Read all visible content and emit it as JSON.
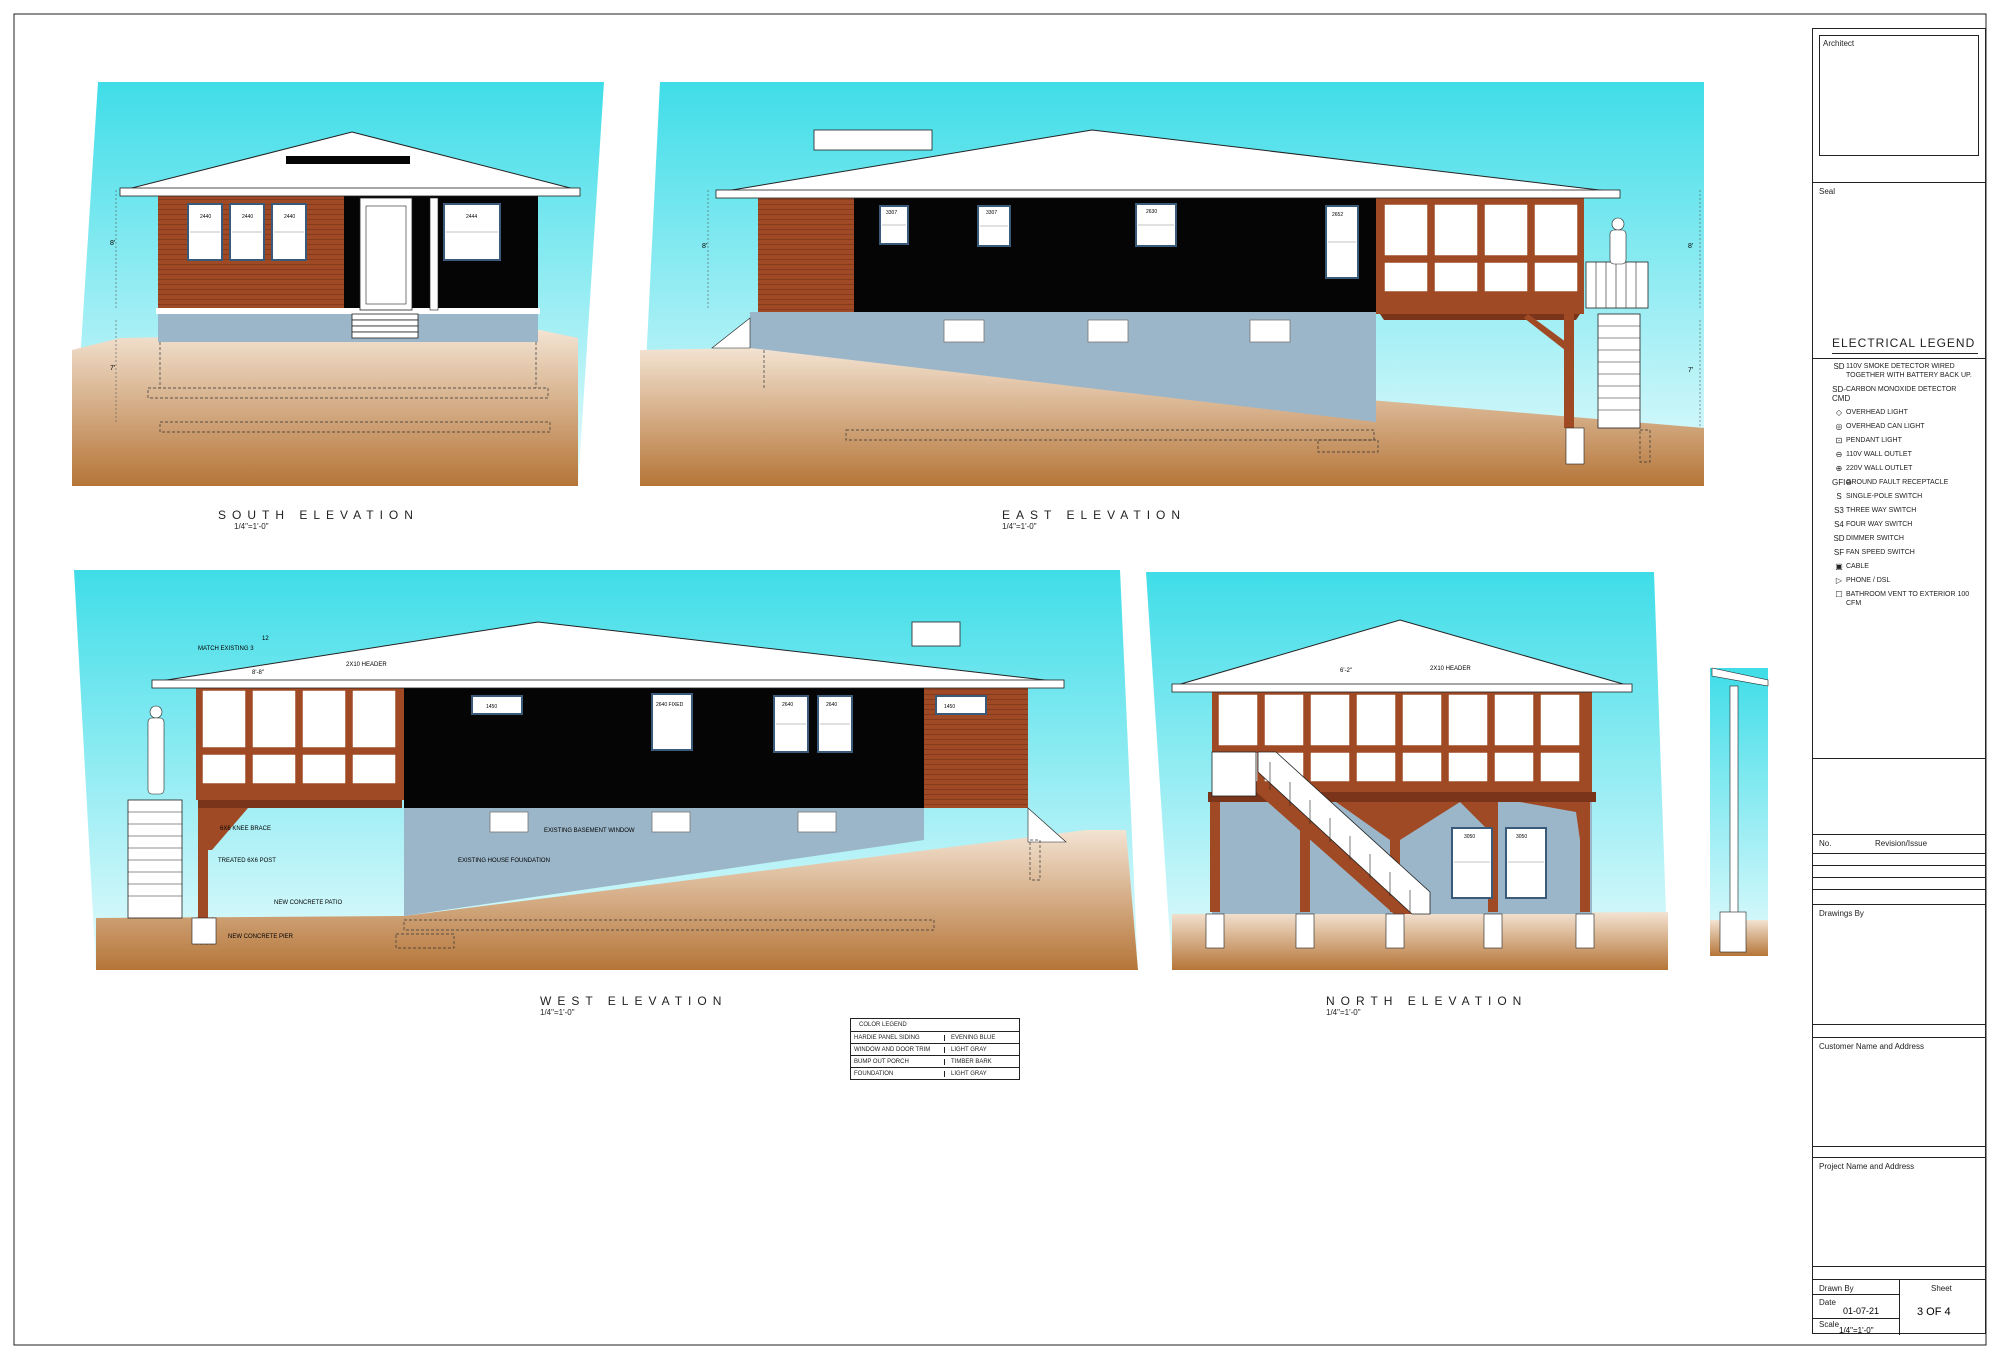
{
  "views": {
    "south": {
      "title": "SOUTH ELEVATION",
      "scale": "1/4\"=1'-0\"",
      "windows": [
        "2440",
        "2440",
        "2440",
        "2444"
      ],
      "dims": [
        "8'",
        "7'"
      ]
    },
    "east": {
      "title": "EAST ELEVATION",
      "scale": "1/4\"=1'-0\"",
      "windows": [
        "3307",
        "3307",
        "2630",
        "2652"
      ],
      "dims": [
        "8'",
        "7'"
      ]
    },
    "west": {
      "title": "WEST ELEVATION",
      "scale": "1/4\"=1'-0\"",
      "windows": [
        "1450",
        "2640 FIXED",
        "2640",
        "2640",
        "1450"
      ],
      "notes": {
        "match": "MATCH EXISTING 3",
        "slope": "12",
        "width": "8'-8\"",
        "header": "2X10 HEADER",
        "brace": "6X6 KNEE BRACE",
        "post": "TREATED 6X6 POST",
        "patio": "NEW CONCRETE PATIO",
        "pier": "NEW CONCRETE PIER",
        "bwin": "EXISTING BASEMENT WINDOW",
        "found": "EXISTING HOUSE FOUNDATION"
      }
    },
    "north": {
      "title": "NORTH ELEVATION",
      "scale": "1/4\"=1'-0\"",
      "windows": [
        "3050",
        "3050"
      ],
      "notes": {
        "width": "6'-2\"",
        "header": "2X10 HEADER"
      }
    }
  },
  "color_legend": {
    "title": "COLOR LEGEND",
    "rows": [
      {
        "item": "HARDIE PANEL SIDING",
        "color": "EVENING BLUE"
      },
      {
        "item": "WINDOW AND DOOR TRIM",
        "color": "LIGHT GRAY"
      },
      {
        "item": "BUMP OUT PORCH",
        "color": "TIMBER BARK"
      },
      {
        "item": "FOUNDATION",
        "color": "LIGHT GRAY"
      }
    ]
  },
  "electrical_legend": {
    "title": "ELECTRICAL LEGEND",
    "items": [
      {
        "sym": "SD",
        "label": "110V SMOKE DETECTOR WIRED TOGETHER WITH BATTERY BACK UP."
      },
      {
        "sym": "SD-CMD",
        "label": "CARBON MONOXIDE DETECTOR"
      },
      {
        "sym": "◇",
        "label": "OVERHEAD LIGHT"
      },
      {
        "sym": "◎",
        "label": "OVERHEAD CAN LIGHT"
      },
      {
        "sym": "⊡",
        "label": "PENDANT LIGHT"
      },
      {
        "sym": "⊖",
        "label": "110V WALL OUTLET"
      },
      {
        "sym": "⊕",
        "label": "220V WALL OUTLET"
      },
      {
        "sym": "GFI⊖",
        "label": "GROUND FAULT RECEPTACLE"
      },
      {
        "sym": "S",
        "label": "SINGLE-POLE SWITCH"
      },
      {
        "sym": "S3",
        "label": "THREE WAY SWITCH"
      },
      {
        "sym": "S4",
        "label": "FOUR WAY SWITCH"
      },
      {
        "sym": "SD",
        "label": "DIMMER SWITCH"
      },
      {
        "sym": "SF",
        "label": "FAN SPEED SWITCH"
      },
      {
        "sym": "▣",
        "label": "CABLE"
      },
      {
        "sym": "▷",
        "label": "PHONE / DSL"
      },
      {
        "sym": "☐",
        "label": "BATHROOM VENT TO EXTERIOR 100 CFM"
      }
    ]
  },
  "title_block": {
    "architect": "Architect",
    "seal": "Seal",
    "no": "No.",
    "revision": "Revision/Issue",
    "drawings_by": "Drawings By",
    "customer": "Customer Name and Address",
    "project": "Project Name and Address",
    "drawn_by": "Drawn By",
    "sheet_label": "Sheet",
    "date_label": "Date",
    "date": "01-07-21",
    "scale_label": "Scale",
    "scale": "1/4\"=1'-0\"",
    "sheet": "3 OF 4"
  },
  "colors": {
    "sky_top": "#3fdde8",
    "sky_bottom": "#e6fbfd",
    "ground_top": "#f3e3d2",
    "ground_bottom": "#b97a40",
    "siding_black": "#050505",
    "timber_bark": "#a04a25",
    "foundation": "#9bb6c9",
    "trim": "#ffffff"
  }
}
